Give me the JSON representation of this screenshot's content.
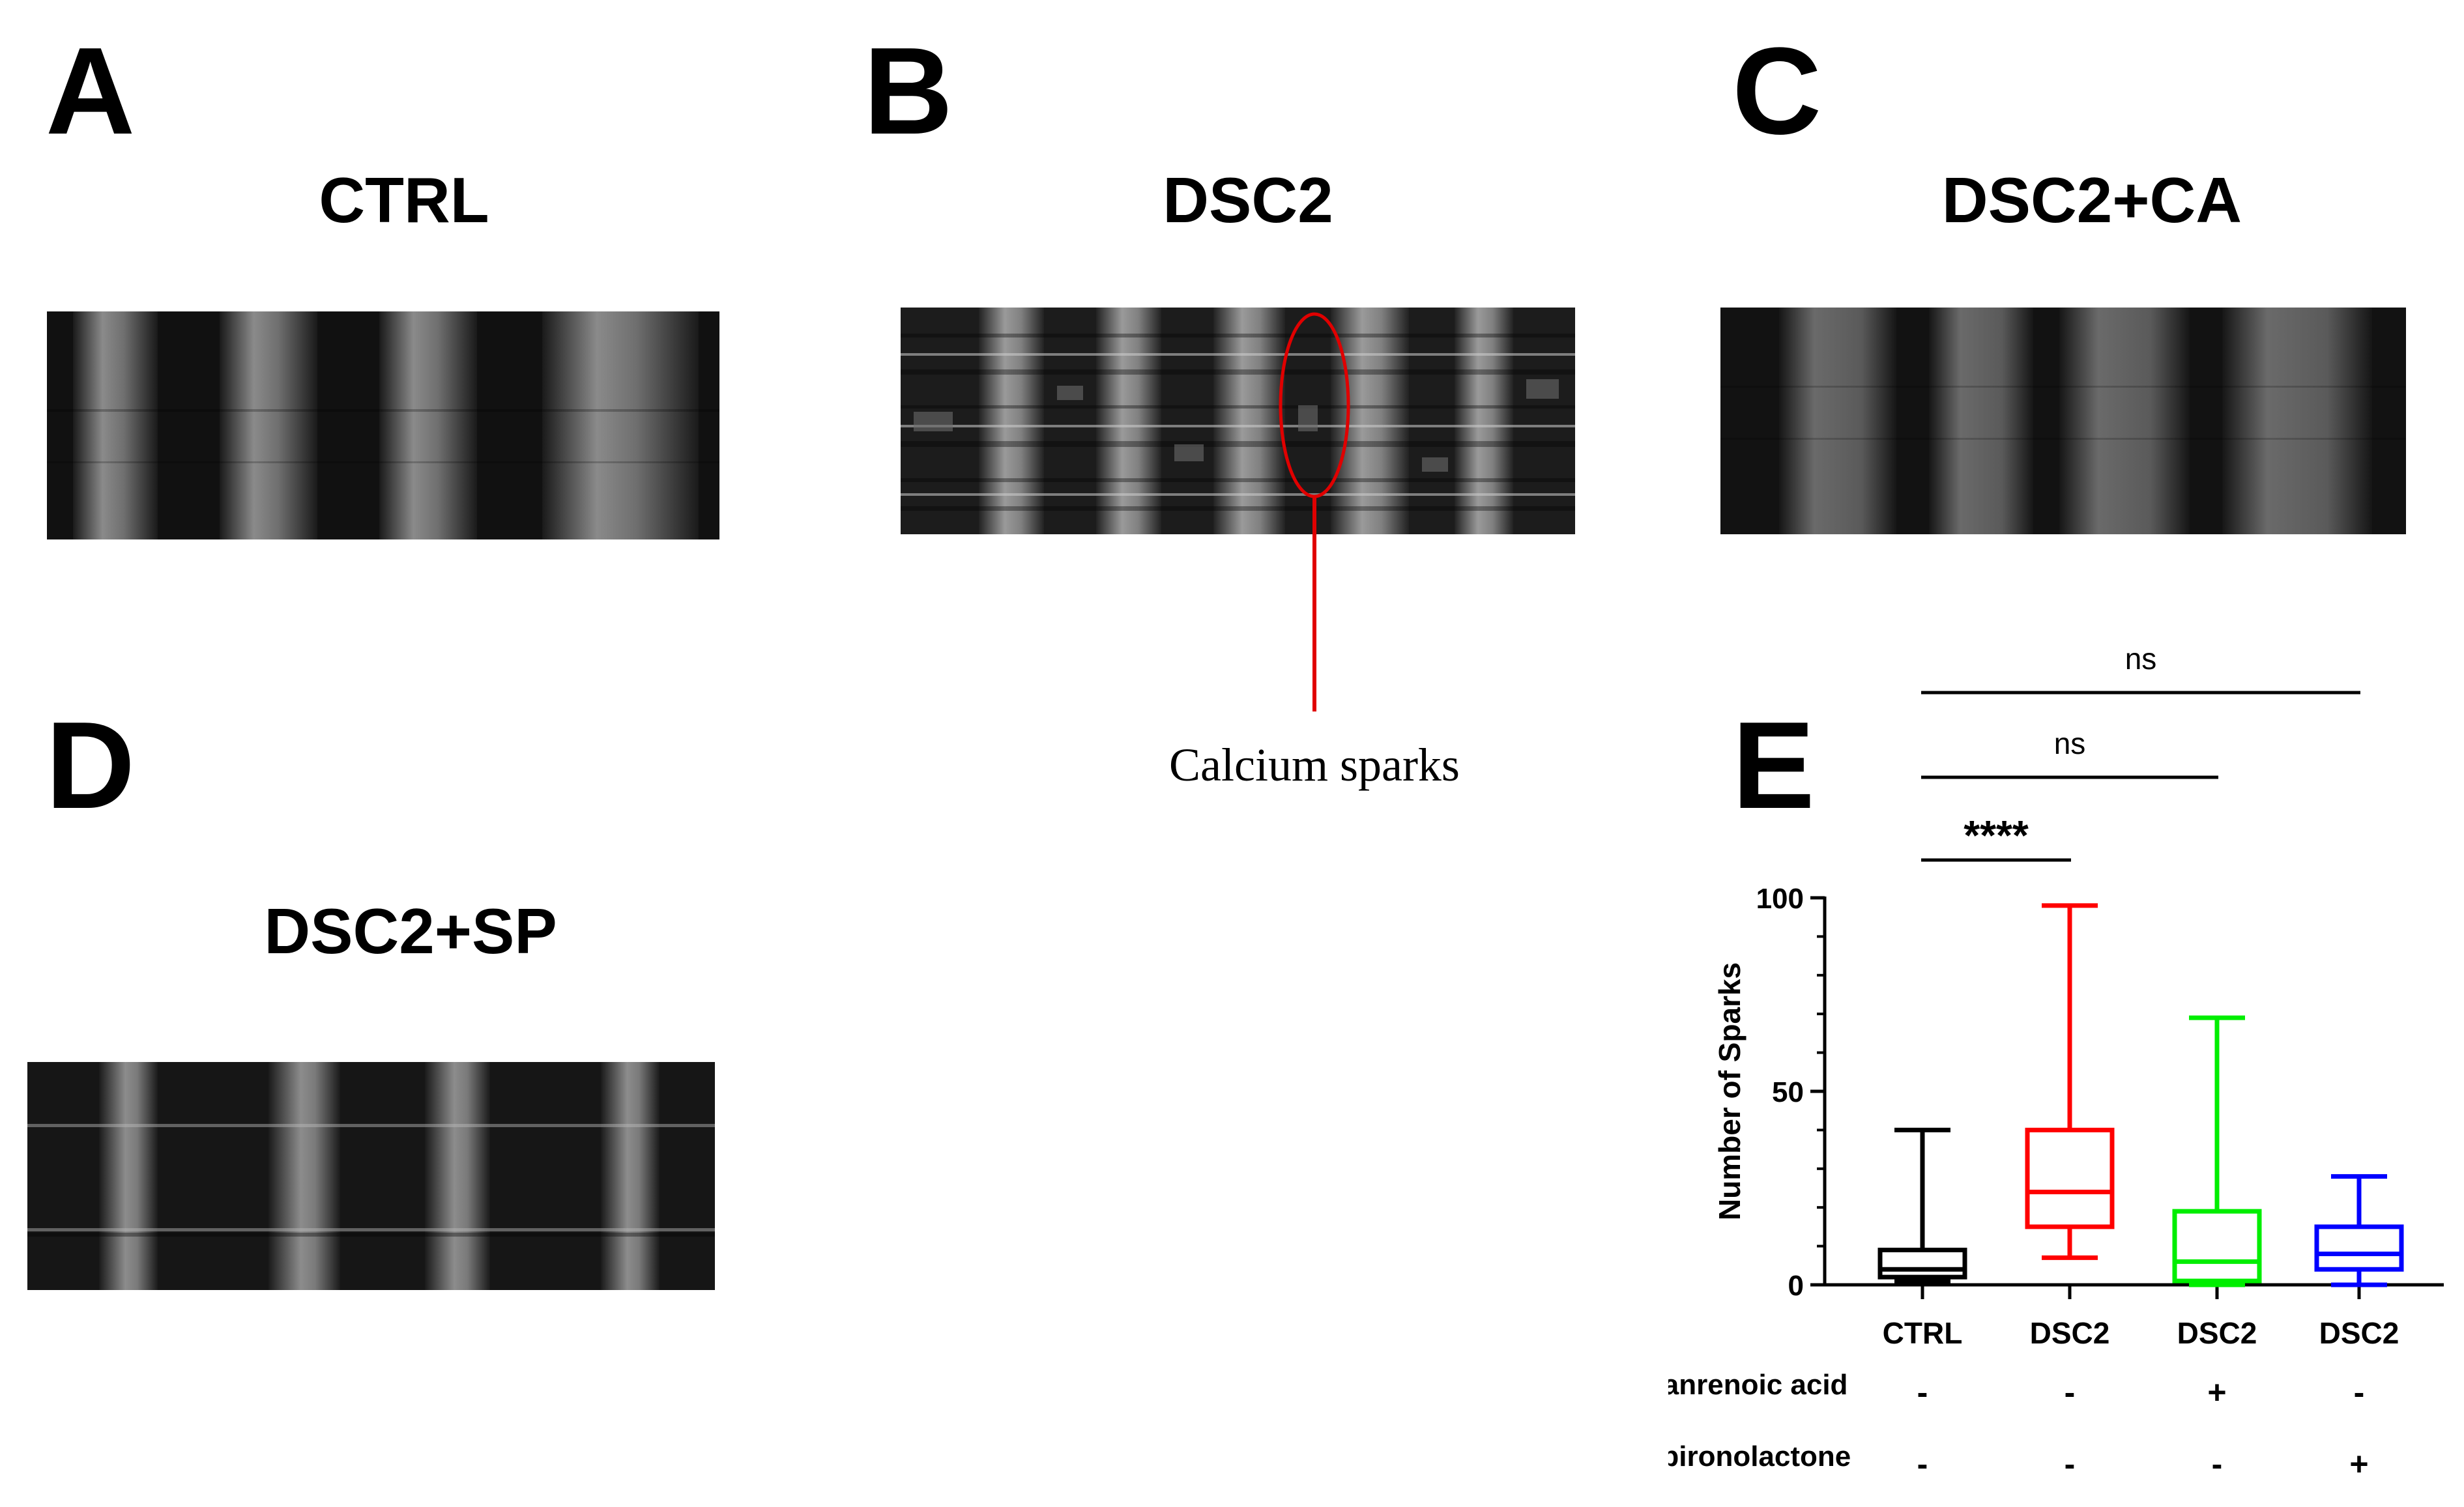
{
  "panels": {
    "a": {
      "letter": "A",
      "title": "CTRL"
    },
    "b": {
      "letter": "B",
      "title": "DSC2",
      "annotation": "Calcium sparks"
    },
    "c": {
      "letter": "C",
      "title": "DSC2+CA"
    },
    "d": {
      "letter": "D",
      "title": "DSC2+SP"
    },
    "e": {
      "letter": "E"
    }
  },
  "colors": {
    "CTRL": "#000000",
    "DSC2": "#ff0000",
    "DSC2+CA": "#00ee00",
    "DSC2+SP": "#0000ff",
    "annotation": "#e00000"
  },
  "chart_data": {
    "type": "box",
    "ylabel": "Number of Sparks",
    "ylim": [
      0,
      100
    ],
    "yticks": [
      0,
      50,
      100
    ],
    "categories": [
      "CTRL",
      "DSC2",
      "DSC2",
      "DSC2"
    ],
    "boxes": [
      {
        "label": "CTRL",
        "min": 1,
        "q1": 2,
        "median": 4,
        "q3": 9,
        "max": 40
      },
      {
        "label": "DSC2",
        "min": 7,
        "q1": 15,
        "median": 24,
        "q3": 40,
        "max": 98
      },
      {
        "label": "DSC2",
        "min": 0,
        "q1": 1,
        "median": 6,
        "q3": 19,
        "max": 69
      },
      {
        "label": "DSC2",
        "min": 0,
        "q1": 4,
        "median": 8,
        "q3": 15,
        "max": 28
      }
    ],
    "treatments": [
      {
        "name": "Canrenoic acid",
        "values": [
          "-",
          "-",
          "+",
          "-"
        ]
      },
      {
        "name": "Spironolactone",
        "values": [
          "-",
          "-",
          "-",
          "+"
        ]
      }
    ],
    "significance": [
      {
        "from": 0,
        "to": 1,
        "label": "****"
      },
      {
        "from": 0,
        "to": 2,
        "label": "ns"
      },
      {
        "from": 0,
        "to": 3,
        "label": "ns"
      }
    ]
  }
}
